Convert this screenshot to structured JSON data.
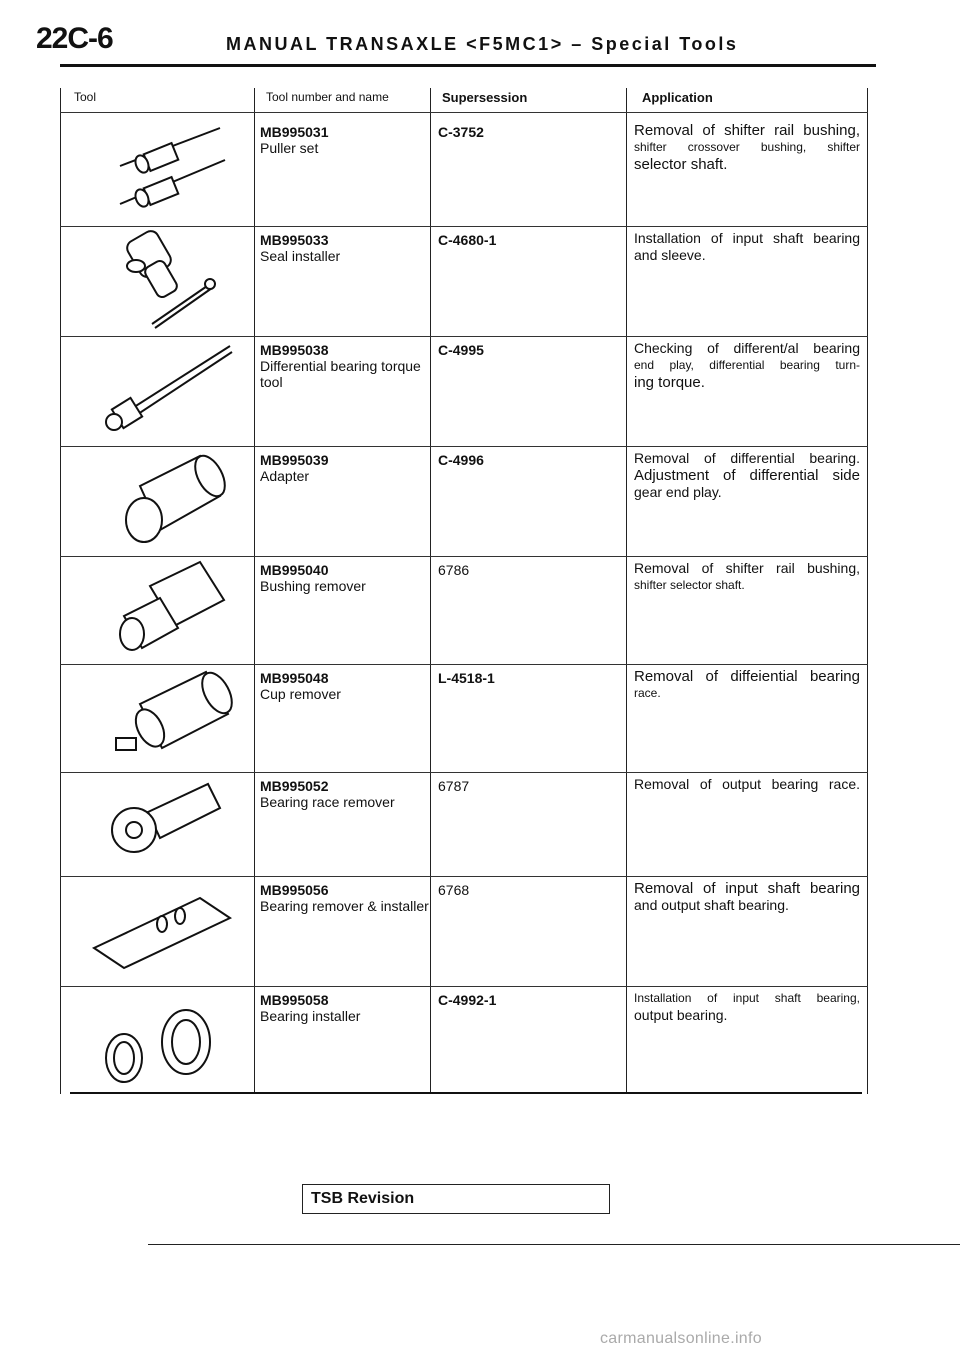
{
  "header": {
    "page_number": "22C-6",
    "title": "MANUAL TRANSAXLE <F5MC1> – Special Tools",
    "mark": ","
  },
  "columns": {
    "tool": "Tool",
    "number_name": "Tool number and name",
    "supersession": "Supersession",
    "application": "Application"
  },
  "rows": [
    {
      "number": "MB995031",
      "name": "Puller set",
      "supersession": "C-3752",
      "app1": "Removal of shifter rail bushing,",
      "app2": "shifter crossover bushing, shifter",
      "app3": "selector shaft."
    },
    {
      "number": "MB995033",
      "name": "Seal installer",
      "supersession": "C-4680-1",
      "app1": "Installation of input shaft bearing",
      "app2": "and sleeve.",
      "app3": ""
    },
    {
      "number": "MB995038",
      "name": "Differential bearing torque tool",
      "supersession": "C-4995",
      "app1": "Checking of different/al bearing",
      "app2": "end play, differential bearing turn-",
      "app3": "ing torque."
    },
    {
      "number": "MB995039",
      "name": "Adapter",
      "supersession": "C-4996",
      "app1": "Removal of differential bearing.",
      "app2": "Adjustment of differential side",
      "app3": "gear end play."
    },
    {
      "number": "MB995040",
      "name": "Bushing remover",
      "supersession": "6786",
      "app1": "Removal of shifter rail bushing,",
      "app2": "shifter selector shaft.",
      "app3": ""
    },
    {
      "number": "MB995048",
      "name": "Cup remover",
      "supersession": "L-4518-1",
      "app1": "Removal of diffeiential bearing",
      "app2": "race.",
      "app3": ""
    },
    {
      "number": "MB995052",
      "name": "Bearing race remover",
      "supersession": "6787",
      "app1": "Removal of output bearing race.",
      "app2": "",
      "app3": ""
    },
    {
      "number": "MB995056",
      "name": "Bearing remover & installer",
      "supersession": "6768",
      "app1": "Removal of input shaft bearing",
      "app2": "and output shaft bearing.",
      "app3": ""
    },
    {
      "number": "MB995058",
      "name": "Bearing installer",
      "supersession": "C-4992-1",
      "app1": "Installation of input shaft bearing,",
      "app2": "output bearing.",
      "app3": ""
    }
  ],
  "footer": {
    "tsb": "TSB Revision",
    "watermark": "carmanualsonline.info"
  }
}
